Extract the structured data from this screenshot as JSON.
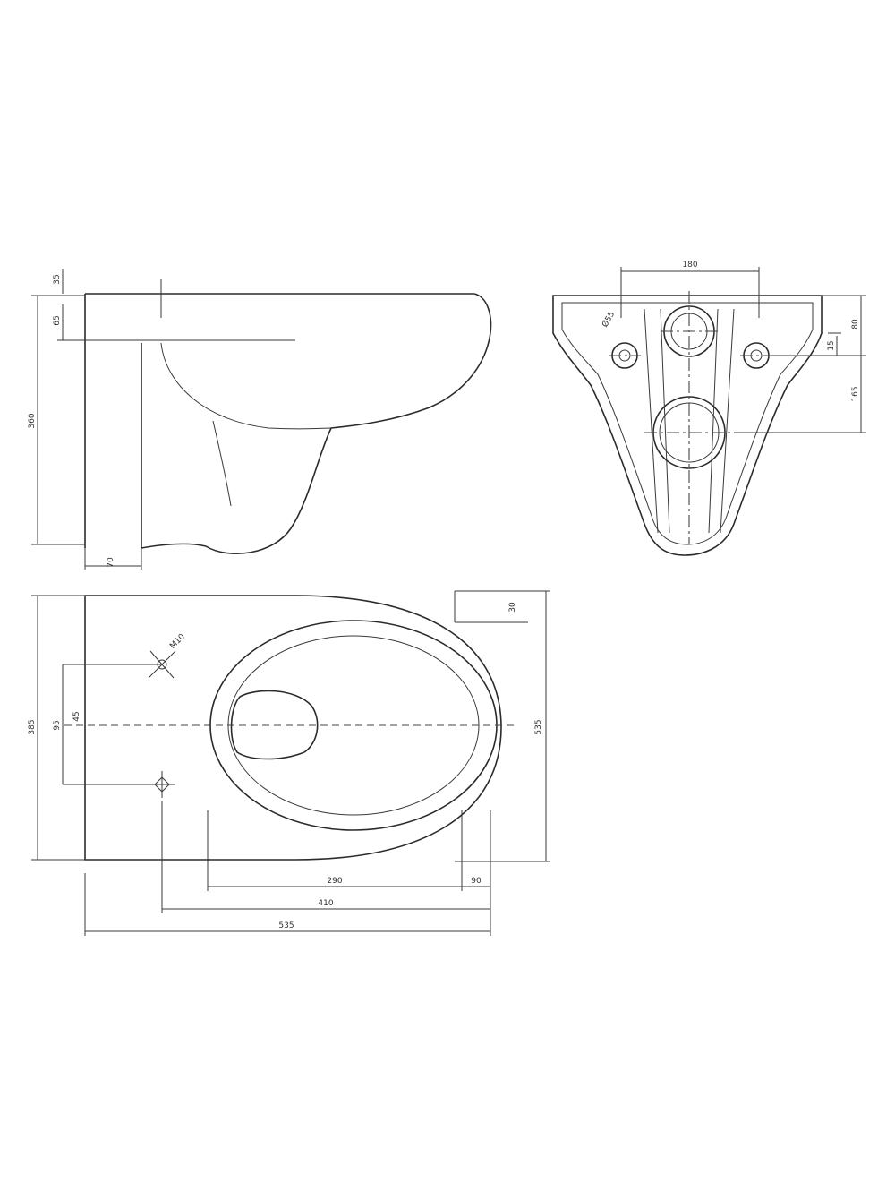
{
  "views": {
    "side": {
      "dimensions": [
        "35",
        "65",
        "360",
        "70"
      ]
    },
    "rear": {
      "dimensions": [
        "180",
        "15",
        "80",
        "165"
      ]
    },
    "top": {
      "dimensions": [
        "45",
        "M10",
        "30",
        "385",
        "95",
        "535",
        "90",
        "290",
        "410",
        "535"
      ]
    }
  }
}
